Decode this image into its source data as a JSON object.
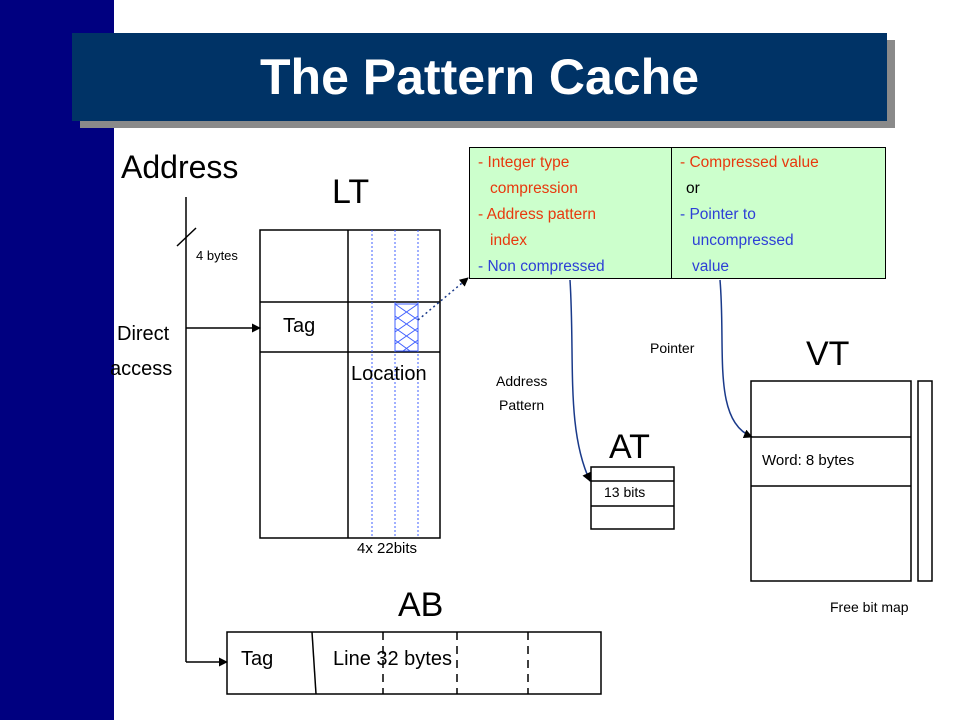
{
  "title": "The Pattern Cache",
  "colors": {
    "side_bar": "#000080",
    "title_band": "#003366",
    "box_fill": "#ccffcc",
    "red_text": "#e8380d",
    "blue_text": "#2d3fd6",
    "grid_line": "#4060ff"
  },
  "labels": {
    "address": "Address",
    "four_bytes": "4 bytes",
    "direct": "Direct",
    "access": "access",
    "lt": "LT",
    "tag": "Tag",
    "location": "Location",
    "bits_4x22": "4x 22bits",
    "ab": "AB",
    "ab_tag": "Tag",
    "ab_line": "Line 32 bytes",
    "address_pattern_1": "Address",
    "address_pattern_2": "Pattern",
    "at": "AT",
    "at_bits": "13 bits",
    "pointer": "Pointer",
    "vt": "VT",
    "word": "Word: 8 bytes",
    "free_bit_map": "Free bit map"
  },
  "left_box": {
    "lines": [
      "- Integer type",
      "compression",
      "- Address pattern",
      "index",
      "- Non compressed"
    ]
  },
  "right_box": {
    "lines": [
      "- Compressed value",
      "or",
      "- Pointer to",
      "uncompressed",
      "value"
    ]
  }
}
